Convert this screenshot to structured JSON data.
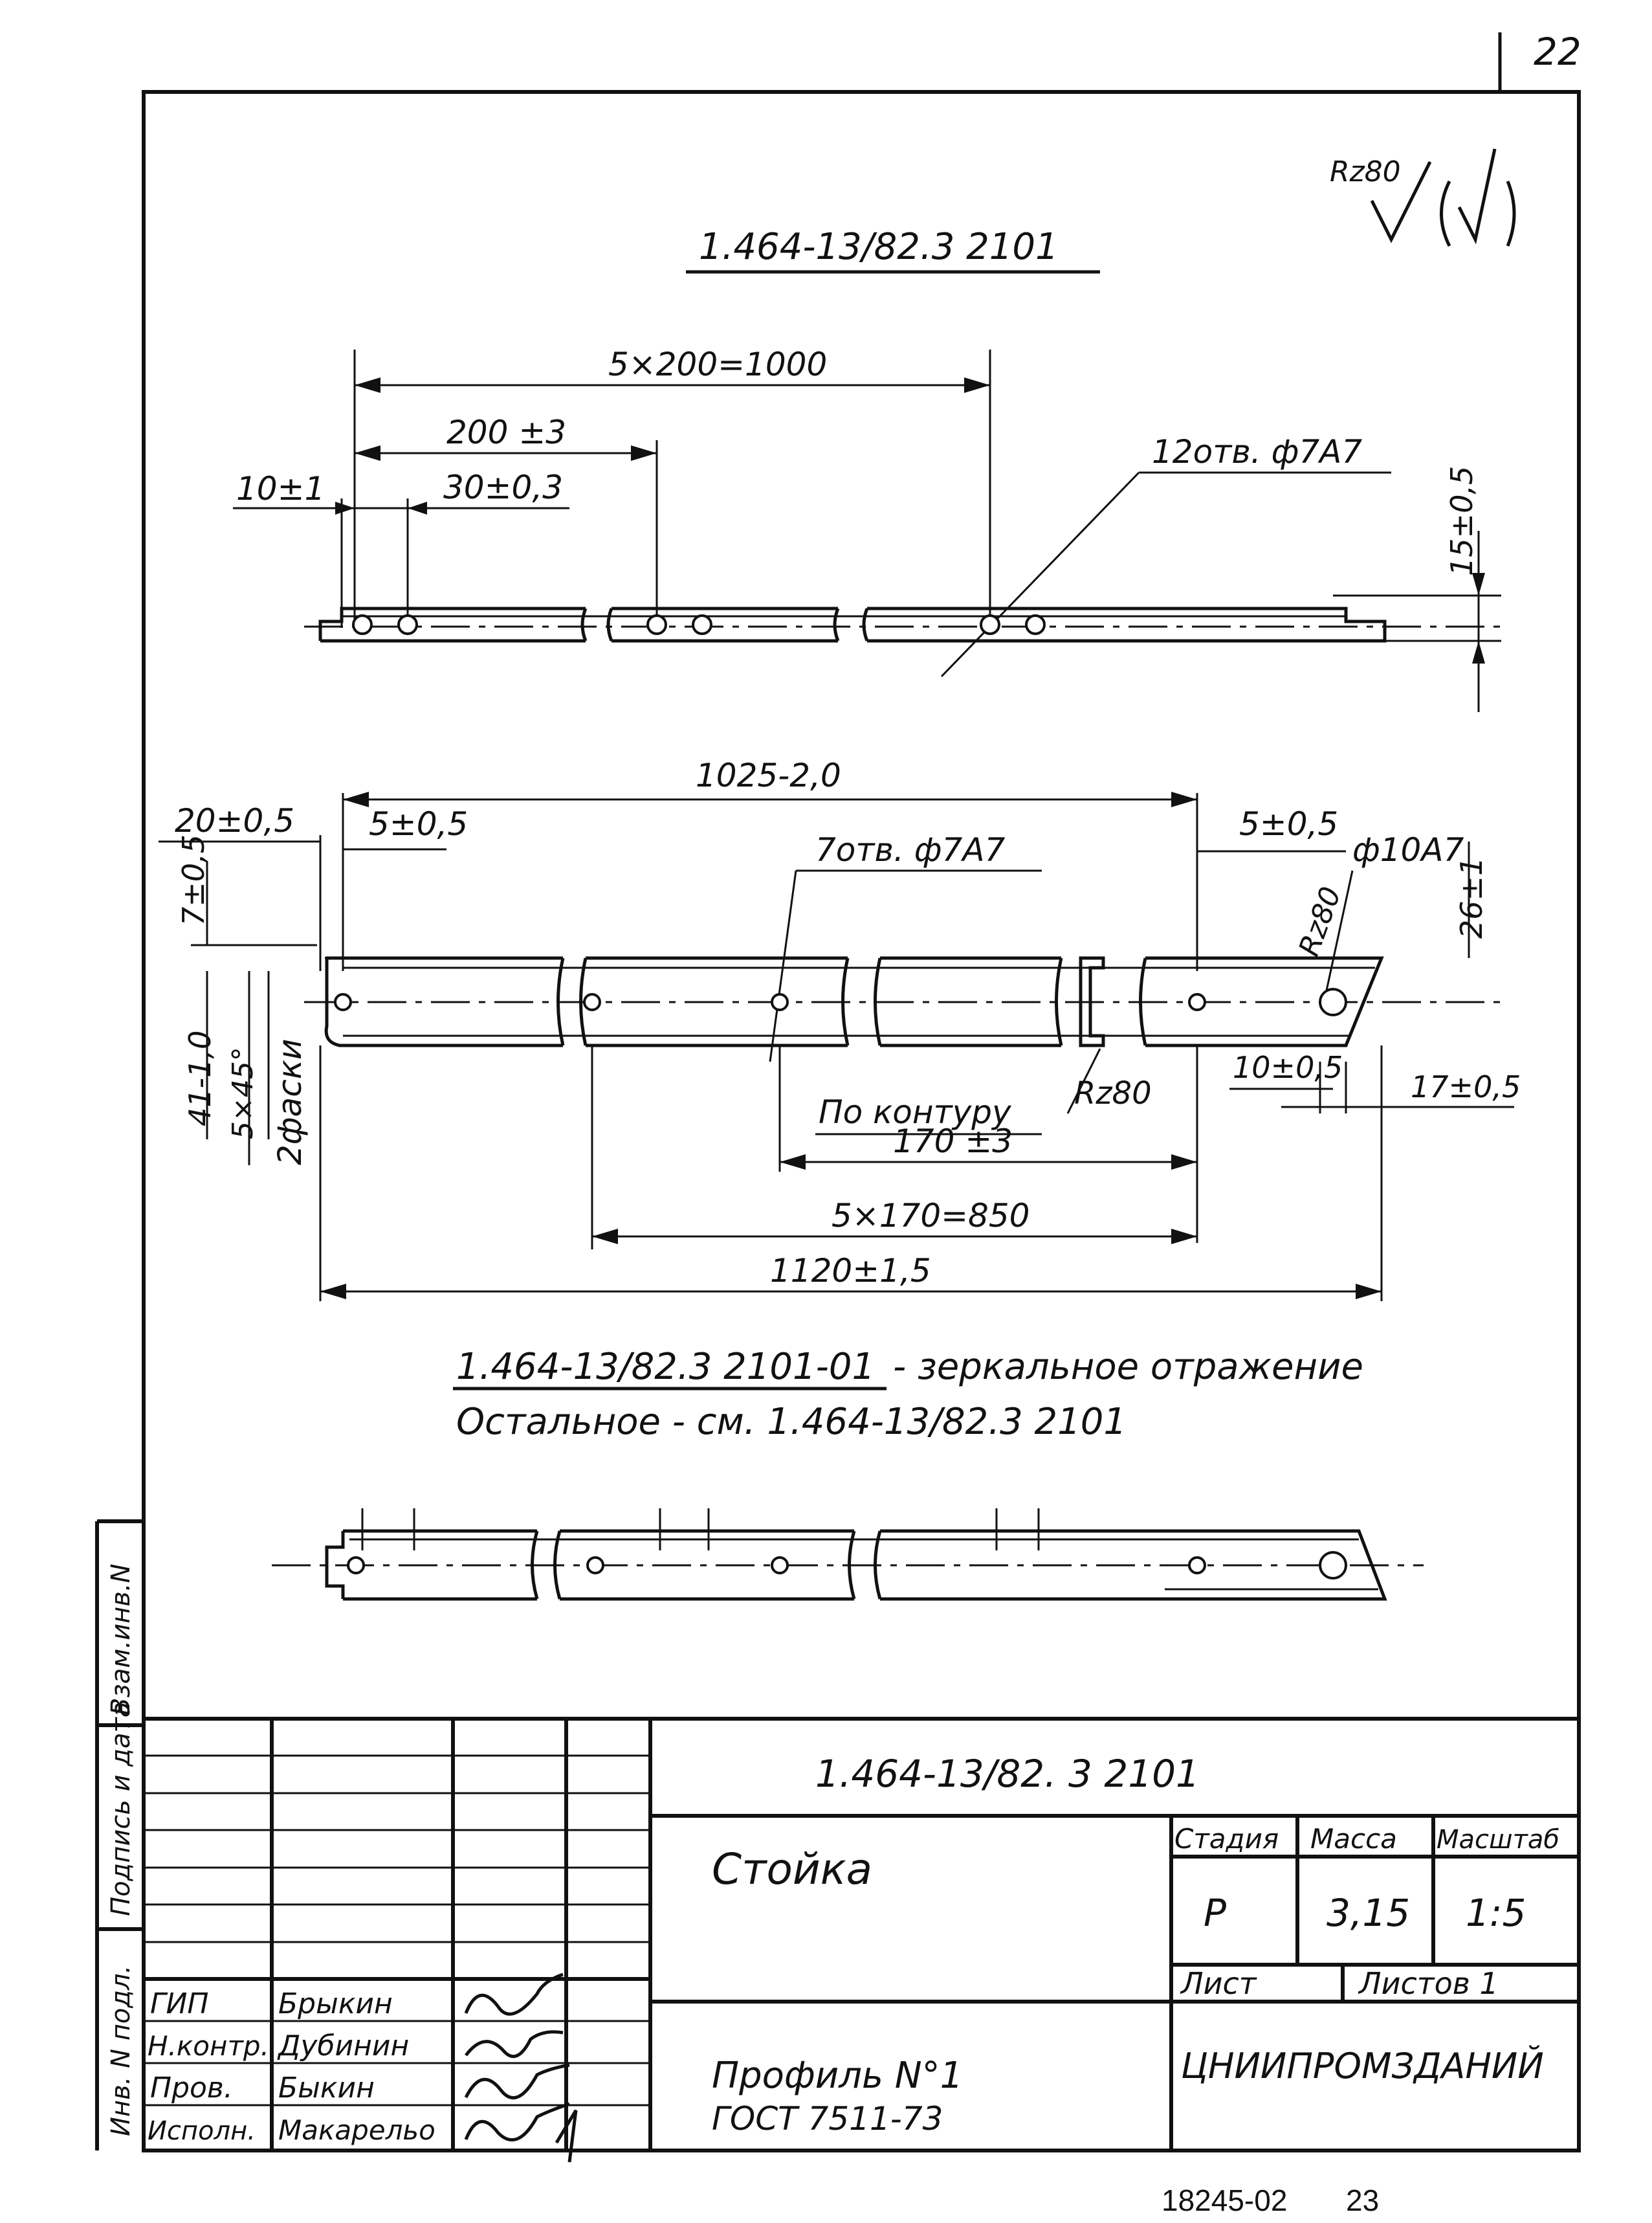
{
  "page_number_corner": "22",
  "roughness_symbol": "Rz80",
  "view1": {
    "title": "1.464-13/82.3  2101",
    "dim_total": "5×200=1000",
    "dim_pitch": "200 ±3",
    "dim_edge": "10±1",
    "dim_pair": "30±0,3",
    "holes_note": "12отв. ф7А7",
    "dim_height": "15±0,5"
  },
  "view2": {
    "dim_overall_holes": "1025-2,0",
    "dim_left_edge": "20±0,5",
    "dim_left_off": "5±0,5",
    "holes_note": "7отв. ф7А7",
    "dim_right_off": "5±0,5",
    "hole_big": "ф10А7",
    "dim_right_h": "26±1",
    "dim_top": "7±0,5",
    "rough_chamfer": "Rz80",
    "dim_depth": "41-1,0",
    "dim_chamfer": "5×45°",
    "chamfer_count": "2фаски",
    "contour_note": "По контуру",
    "contour_rough": "Rz80",
    "dim_right_hole": "10±0,5",
    "dim_right_end": "17±0,5",
    "dim_pitch": "170 ±3",
    "dim_total": "5×170=850",
    "dim_overall": "1120±1,5"
  },
  "mirror_note": {
    "designation": "1.464-13/82.3 2101-01",
    "line1_suffix": "- зеркальное отражение",
    "line2": "Остальное - см. 1.464-13/82.3  2101"
  },
  "side_stamp": [
    "Инв. N подл.",
    "Подпись и дата",
    "Взам.инв.N"
  ],
  "title_block": {
    "designation": "1.464-13/82. 3     2101",
    "name": "Стойка",
    "stage_label": "Стадия",
    "stage_value": "Р",
    "mass_label": "Масса",
    "mass_value": "3,15",
    "scale_label": "Масштаб",
    "scale_value": "1:5",
    "sheet_label": "Лист",
    "sheets_label": "Листов 1",
    "organization": "ЦНИИПРОМЗДАНИЙ",
    "material_line1": "Профиль N°1",
    "material_line2": "ГОСТ 7511-73",
    "roles": [
      {
        "role": "ГИП",
        "name": "Брыкин"
      },
      {
        "role": "Н.контр.",
        "name": "Дубинин"
      },
      {
        "role": "Пров.",
        "name": "Быкин"
      },
      {
        "role": "Исполн.",
        "name": "Макарельо"
      }
    ]
  },
  "footer": {
    "archive_number": "18245-02",
    "page": "23"
  }
}
